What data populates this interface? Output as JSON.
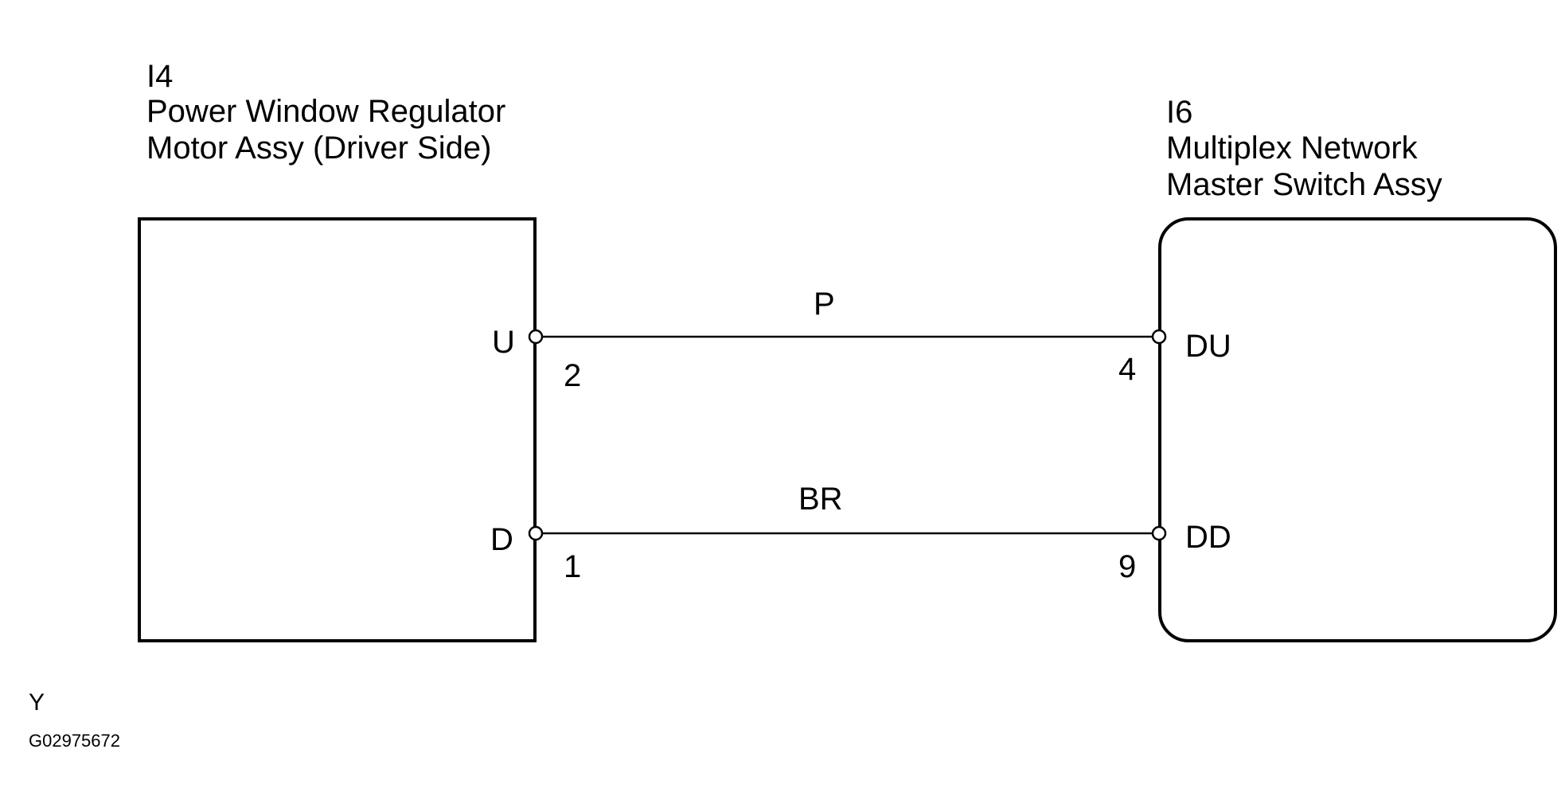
{
  "components": {
    "left": {
      "code": "I4",
      "name_line1": "Power Window Regulator",
      "name_line2": "Motor Assy (Driver Side)"
    },
    "right": {
      "code": "I6",
      "name_line1": "Multiplex Network",
      "name_line2": "Master Switch Assy"
    }
  },
  "wires": [
    {
      "color": "P",
      "left_pin_name": "U",
      "left_pin_number": "2",
      "right_pin_name": "DU",
      "right_pin_number": "4"
    },
    {
      "color": "BR",
      "left_pin_name": "D",
      "left_pin_number": "1",
      "right_pin_name": "DD",
      "right_pin_number": "9"
    }
  ],
  "footer": {
    "code": "Y",
    "figure_id": "G02975672"
  }
}
